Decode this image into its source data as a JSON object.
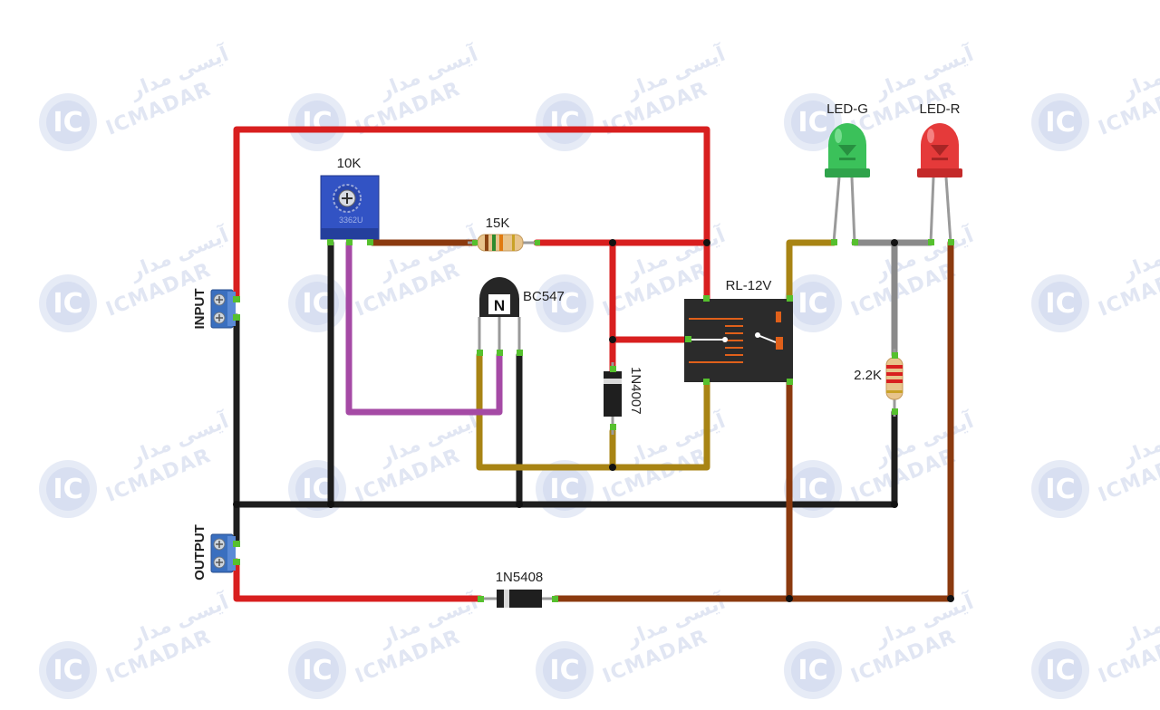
{
  "watermark": {
    "persian": "آیسی مدار",
    "latin": "ICMADAR",
    "badge": "IC"
  },
  "components": {
    "pot": {
      "label": "10K",
      "code": "3362U"
    },
    "resistor_15k": {
      "label": "15K"
    },
    "transistor": {
      "label": "BC547",
      "marking": "N"
    },
    "relay": {
      "label": "RL-12V"
    },
    "diode_1n4007": {
      "label": "1N4007"
    },
    "diode_1n5408": {
      "label": "1N5408"
    },
    "led_green": {
      "label": "LED-G"
    },
    "led_red": {
      "label": "LED-R"
    },
    "resistor_2k2": {
      "label": "2.2K"
    },
    "input_terminal": {
      "label": "INPUT"
    },
    "output_terminal": {
      "label": "OUTPUT"
    }
  },
  "colors": {
    "wire_red": "#d81f1f",
    "wire_black": "#1e1e1e",
    "wire_brown": "#8b3a0f",
    "wire_olive": "#a88414",
    "wire_purple": "#a54aa5",
    "wire_gray": "#8a8a8a",
    "pin_green": "#56c02e",
    "terminal_blue": "#3a6fbf",
    "relay_body": "#2b2b2b",
    "pot_blue": "#3253c4",
    "led_green": "#3bc15a",
    "led_red": "#e53a3a"
  }
}
